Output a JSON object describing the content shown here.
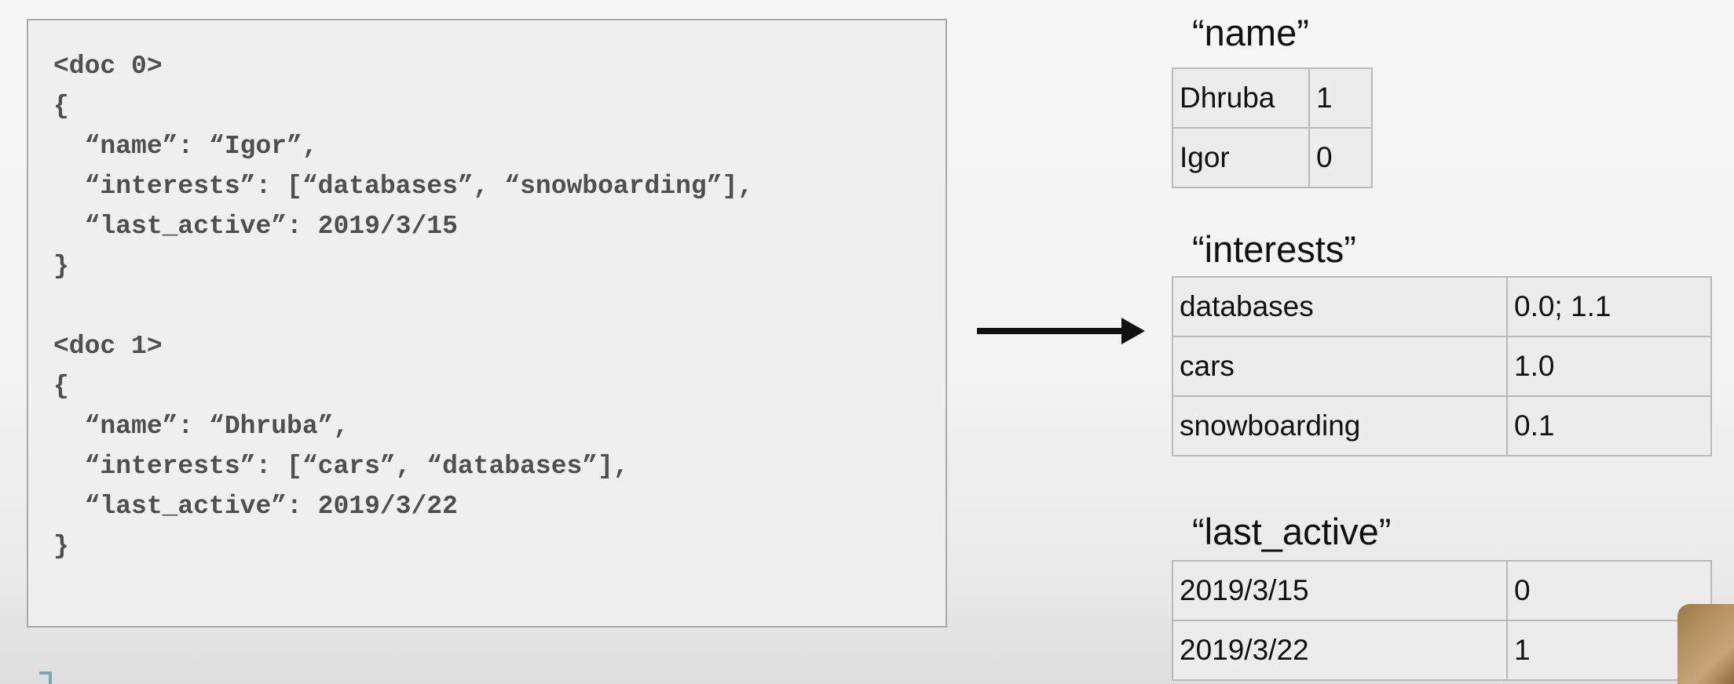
{
  "docs": {
    "lines": [
      "<doc 0>",
      "{",
      "  “name”: “Igor”,",
      "  “interests”: [“databases”, “snowboarding”],",
      "  “last_active”: 2019/3/15",
      "}",
      "",
      "<doc 1>",
      "{",
      "  “name”: “Dhruba”,",
      "  “interests”: [“cars”, “databases”],",
      "  “last_active”: 2019/3/22",
      "}"
    ]
  },
  "name_index": {
    "title": "“name”",
    "rows": [
      [
        "Dhruba",
        "1"
      ],
      [
        "Igor",
        "0"
      ]
    ]
  },
  "interests_index": {
    "title": "“interests”",
    "rows": [
      [
        "databases",
        "0.0; 1.1"
      ],
      [
        "cars",
        "1.0"
      ],
      [
        "snowboarding",
        "0.1"
      ]
    ]
  },
  "last_active_index": {
    "title": "“last_active”",
    "rows": [
      [
        "2019/3/15",
        "0"
      ],
      [
        "2019/3/22",
        "1"
      ]
    ]
  }
}
